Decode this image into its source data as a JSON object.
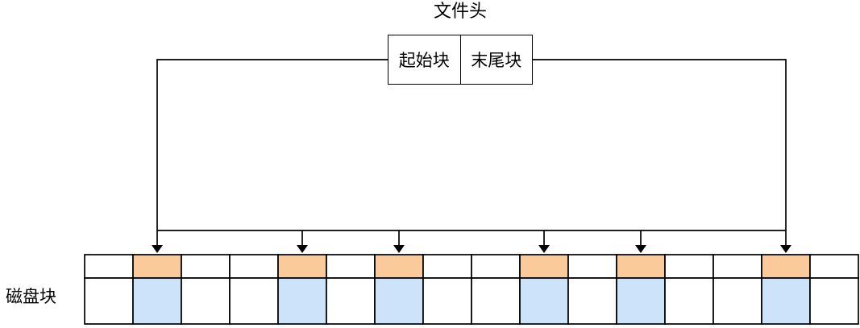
{
  "title": "文件头",
  "header_box": {
    "cells": [
      {
        "label": "起始块"
      },
      {
        "label": "末尾块"
      }
    ]
  },
  "disk_label": "磁盘块",
  "diagram": {
    "total_columns": 16,
    "allocated_columns_1based": [
      2,
      5,
      7,
      10,
      12,
      15
    ],
    "arrow_count": 6
  },
  "colors": {
    "allocated_block_top": "#FBCA9B",
    "allocated_block_bottom": "#CCE3F9",
    "free_block": "#FFFFFF",
    "line": "#000000",
    "background": "#FFFFFF"
  }
}
